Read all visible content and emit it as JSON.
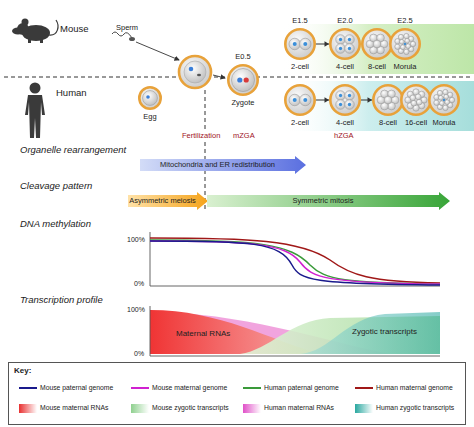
{
  "diagram": {
    "nodes": [
      {
        "text": [
          "Egg"
        ]
      },
      {
        "text": [
          "E0.5",
          "Zygote"
        ]
      },
      {
        "text": [
          "E1.5",
          "2-cell"
        ]
      },
      {
        "text": [
          "E2.0",
          "4-cell"
        ]
      },
      {
        "text": [
          "8-cell"
        ]
      },
      {
        "text": [
          "E2.5",
          "Morula"
        ]
      },
      {
        "text": [
          "2-cell"
        ]
      },
      {
        "text": [
          "4-cell"
        ]
      },
      {
        "text": [
          "8-cell"
        ]
      },
      {
        "text": [
          "16-cell"
        ]
      },
      {
        "text": [
          "Morula"
        ]
      },
      {
        "text": [
          "Mitochondria and ER redistribution"
        ]
      },
      {
        "text": [
          "Asymmetric meiosis"
        ]
      },
      {
        "text": [
          "Symmetric mitosis"
        ]
      },
      {
        "text": [
          "Key:"
        ]
      }
    ],
    "edges": [
      {
        "from": 2,
        "to": 3,
        "arrow": "to"
      },
      {
        "from": 6,
        "to": 7,
        "arrow": "to"
      },
      {
        "from": 7,
        "to": 8,
        "arrow": "to"
      }
    ],
    "labels": [
      "Mouse",
      "Sperm",
      "Human",
      "Fertilization",
      "mZGA",
      "hZGA",
      "Organelle rearrangement",
      "Cleavage pattern",
      "DNA methylation",
      "100%",
      "0%",
      "Transcription profile",
      "100%",
      "0%",
      "Maternal RNAs",
      "Zygotic transcripts"
    ],
    "legend": [
      {
        "text": "Mouse paternal genome"
      },
      {
        "text": "Mouse maternal genome"
      },
      {
        "text": "Human paternal genome"
      },
      {
        "text": "Human maternal genome"
      },
      {
        "text": "Mouse maternal RNAs",
        "color": "#e83030"
      },
      {
        "text": "Mouse zygotic transcripts",
        "color": "#8fd08f"
      },
      {
        "text": "Human maternal RNAs",
        "color": "#e050c8"
      },
      {
        "text": "Human zygotic transcripts",
        "color": "#2aa8a0"
      }
    ]
  }
}
